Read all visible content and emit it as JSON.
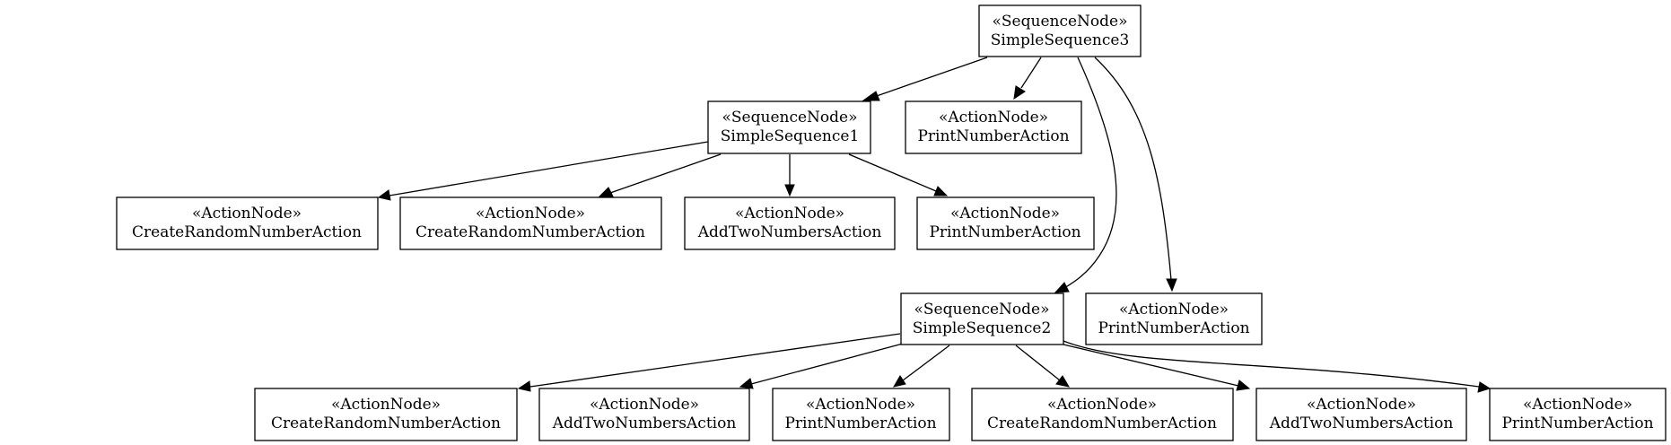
{
  "nodes": [
    {
      "id": "seq3",
      "stereotype": "«SequenceNode»",
      "name": "SimpleSequence3"
    },
    {
      "id": "seq1",
      "stereotype": "«SequenceNode»",
      "name": "SimpleSequence1"
    },
    {
      "id": "print_a",
      "stereotype": "«ActionNode»",
      "name": "PrintNumberAction"
    },
    {
      "id": "create_1",
      "stereotype": "«ActionNode»",
      "name": "CreateRandomNumberAction"
    },
    {
      "id": "create_2",
      "stereotype": "«ActionNode»",
      "name": "CreateRandomNumberAction"
    },
    {
      "id": "add_1",
      "stereotype": "«ActionNode»",
      "name": "AddTwoNumbersAction"
    },
    {
      "id": "print_1",
      "stereotype": "«ActionNode»",
      "name": "PrintNumberAction"
    },
    {
      "id": "seq2",
      "stereotype": "«SequenceNode»",
      "name": "SimpleSequence2"
    },
    {
      "id": "print_b",
      "stereotype": "«ActionNode»",
      "name": "PrintNumberAction"
    },
    {
      "id": "create_3",
      "stereotype": "«ActionNode»",
      "name": "CreateRandomNumberAction"
    },
    {
      "id": "add_2",
      "stereotype": "«ActionNode»",
      "name": "AddTwoNumbersAction"
    },
    {
      "id": "print_2",
      "stereotype": "«ActionNode»",
      "name": "PrintNumberAction"
    },
    {
      "id": "create_4",
      "stereotype": "«ActionNode»",
      "name": "CreateRandomNumberAction"
    },
    {
      "id": "add_3",
      "stereotype": "«ActionNode»",
      "name": "AddTwoNumbersAction"
    },
    {
      "id": "print_3",
      "stereotype": "«ActionNode»",
      "name": "PrintNumberAction"
    }
  ],
  "edges": [
    {
      "from": "seq3",
      "to": "seq1"
    },
    {
      "from": "seq3",
      "to": "print_a"
    },
    {
      "from": "seq3",
      "to": "seq2"
    },
    {
      "from": "seq3",
      "to": "print_b"
    },
    {
      "from": "seq1",
      "to": "create_1"
    },
    {
      "from": "seq1",
      "to": "create_2"
    },
    {
      "from": "seq1",
      "to": "add_1"
    },
    {
      "from": "seq1",
      "to": "print_1"
    },
    {
      "from": "seq2",
      "to": "create_3"
    },
    {
      "from": "seq2",
      "to": "add_2"
    },
    {
      "from": "seq2",
      "to": "print_2"
    },
    {
      "from": "seq2",
      "to": "create_4"
    },
    {
      "from": "seq2",
      "to": "add_3"
    },
    {
      "from": "seq2",
      "to": "print_3"
    }
  ]
}
